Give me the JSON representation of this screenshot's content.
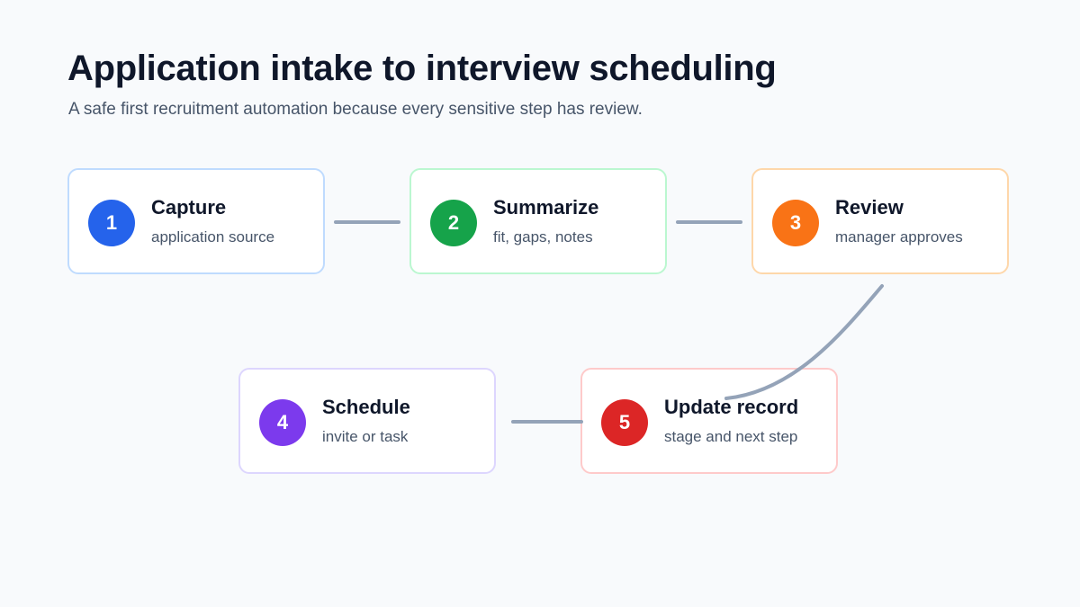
{
  "header": {
    "title": "Application intake to interview scheduling",
    "subtitle": "A safe first recruitment automation because every sensitive step has review."
  },
  "steps": [
    {
      "number": "1",
      "title": "Capture",
      "subtitle": "application source",
      "color": "#2563eb",
      "border_color": "#bfdbfe"
    },
    {
      "number": "2",
      "title": "Summarize",
      "subtitle": "fit, gaps, notes",
      "color": "#16a34a",
      "border_color": "#bbf7d0"
    },
    {
      "number": "3",
      "title": "Review",
      "subtitle": "manager approves",
      "color": "#f97316",
      "border_color": "#fed7aa"
    },
    {
      "number": "4",
      "title": "Schedule",
      "subtitle": "invite or task",
      "color": "#7c3aed",
      "border_color": "#ddd6fe"
    },
    {
      "number": "5",
      "title": "Update record",
      "subtitle": "stage and next step",
      "color": "#dc2626",
      "border_color": "#fecaca"
    }
  ],
  "connector_color": "#94a3b8",
  "background_color": "#f8fafc"
}
